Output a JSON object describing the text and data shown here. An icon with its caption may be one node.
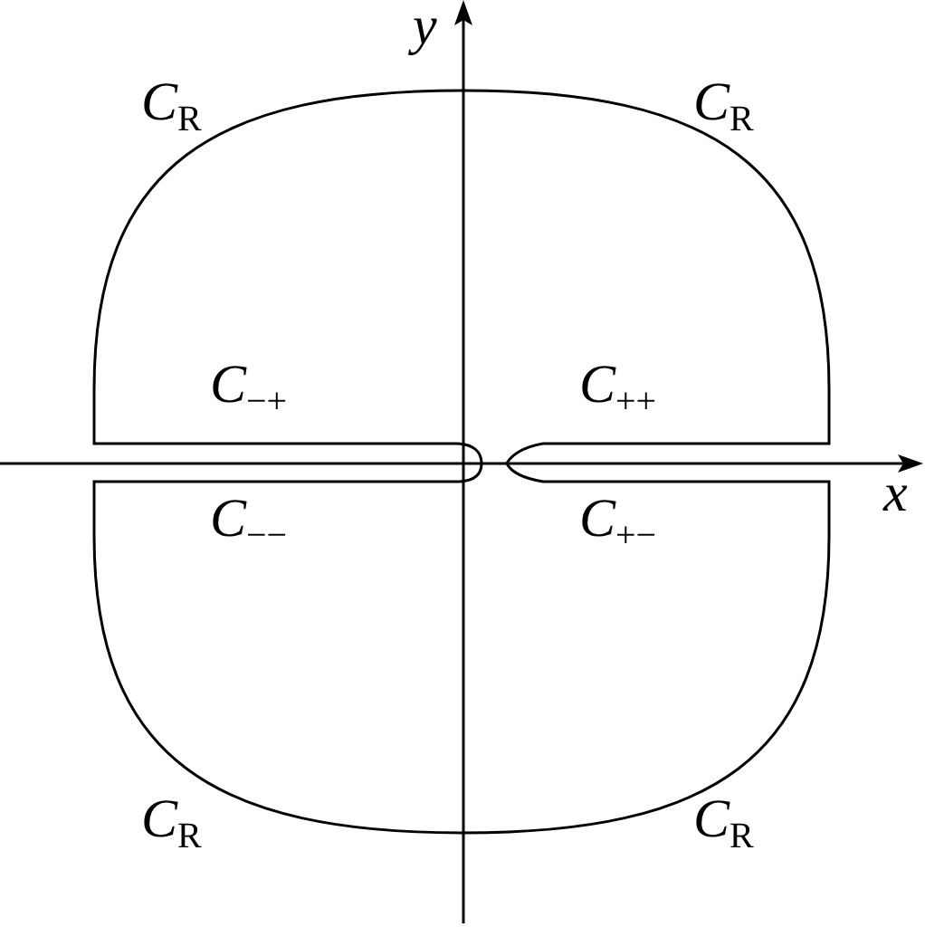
{
  "diagram": {
    "labels": [
      "y",
      "C$_{R}$",
      "C$_{R}$",
      "C$_{−+}$",
      "C$_{++}$",
      "x",
      "C$_{−−}$",
      "C$_{+−}$",
      "C$_{R}$",
      "C$_{R}$"
    ]
  }
}
